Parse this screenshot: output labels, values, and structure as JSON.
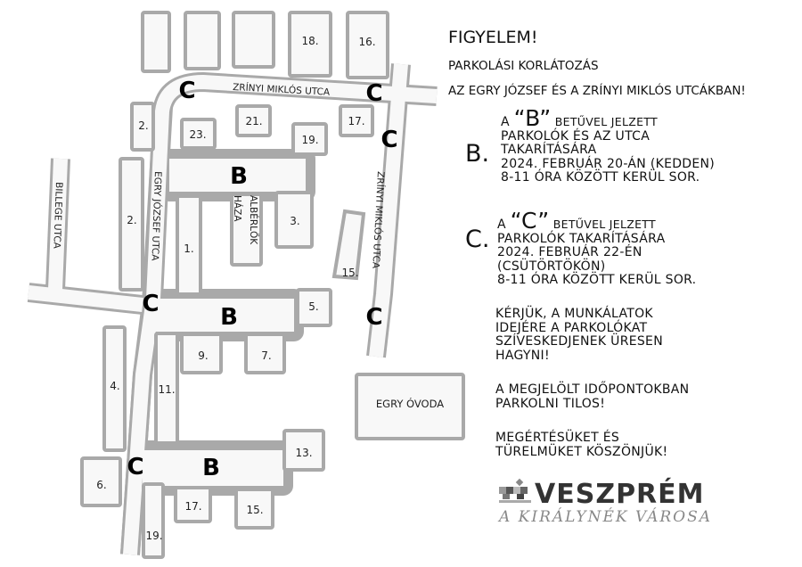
{
  "map": {
    "streets": {
      "zrinyi_top": "ZRÍNYI MIKLÓS UTCA",
      "zrinyi_side": "ZRÍNYI MIKLÓS UTCA",
      "egry": "EGRY JÓZSEF UTCA",
      "billege": "BILLEGE UTCA"
    },
    "buildings": {
      "b18": "18.",
      "b16": "16.",
      "b2a": "2.",
      "b23": "23.",
      "b21": "21.",
      "b19a": "19.",
      "b17a": "17.",
      "b2b": "2.",
      "b1": "1.",
      "alberlok_1": "ALBÉRLŐK",
      "alberlok_2": "HÁZA",
      "b3": "3.",
      "b15a": "15.",
      "b5": "5.",
      "b9": "9.",
      "b7": "7.",
      "b4": "4.",
      "b11": "11.",
      "b13": "13.",
      "b6": "6.",
      "b17b": "17.",
      "b15b": "15.",
      "b19b": "19.",
      "ovoda": "EGRY ÓVODA"
    },
    "markers": {
      "c": "C",
      "b": "B"
    }
  },
  "notice": {
    "title": "FIGYELEM!",
    "subtitle": "PARKOLÁSI KORLÁTOZÁS",
    "streets_line": "AZ EGRY JÓZSEF ÉS A ZRÍNYI MIKLÓS UTCÁKBAN!",
    "b_section": {
      "marker": "B.",
      "prefix": "A ",
      "quoted": "“B”",
      "line1_rest": " BETŰVEL JELZETT",
      "lines": [
        "PARKOLÓK ÉS AZ UTCA",
        "TAKARÍTÁSÁRA",
        "2024. FEBRUÁR 20-ÁN (KEDDEN)",
        "8-11 ÓRA KÖZÖTT KERÜL SOR."
      ]
    },
    "c_section": {
      "marker": "C.",
      "prefix": "A ",
      "quoted": "“C”",
      "line1_rest": " BETŰVEL  JELZETT",
      "lines": [
        "PARKOLÓK TAKARÍTÁSÁRA",
        "2024. FEBRUÁR 22-ÉN",
        "(CSÜTÖRTÖKÖN)",
        "8-11 ÓRA KÖZÖTT KERÜL SOR."
      ]
    },
    "request": [
      "KÉRJÜK, A MUNKÁLATOK",
      "IDEJÉRE A PARKOLÓKAT",
      "SZÍVESKEDJENEK ÜRESEN",
      "HAGYNI!"
    ],
    "prohibition": [
      "A MEGJELÖLT IDŐPONTOKBAN",
      "PARKOLNI TILOS!"
    ],
    "thanks": [
      "MEGÉRTÉSÜKET ÉS",
      "TÜRELMÜKET KÖSZÖNJÜK!"
    ]
  },
  "logo": {
    "name": "VESZPRÉM",
    "slogan": "A KIRÁLYNÉK VÁROSA"
  }
}
